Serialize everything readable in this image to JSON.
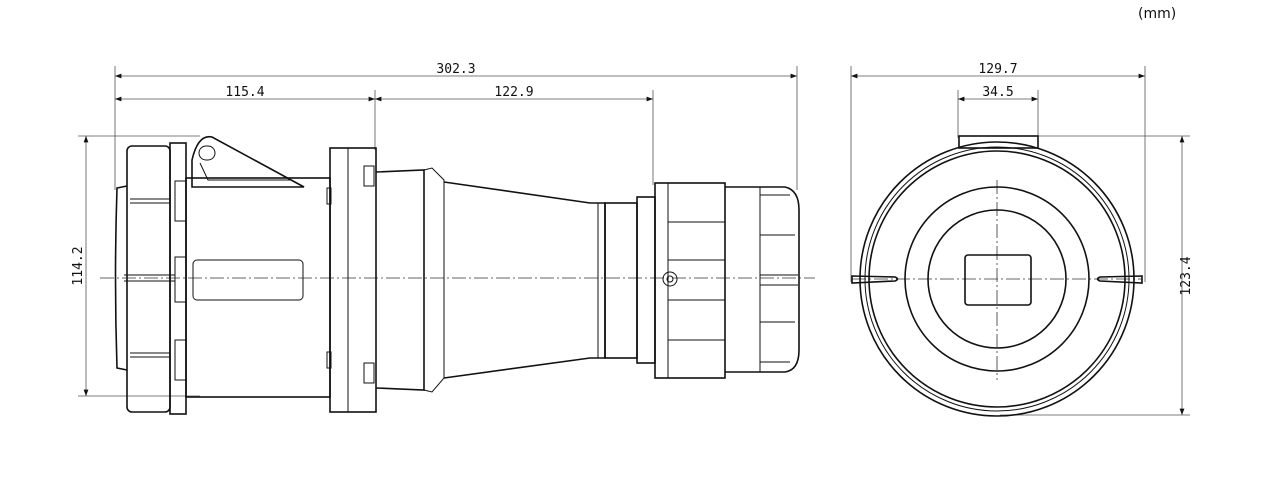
{
  "unit_label": "(mm)",
  "side_view": {
    "overall_length": "302.3",
    "front_length": "115.4",
    "rear_length": "122.9",
    "height": "114.2"
  },
  "front_view": {
    "width": "129.7",
    "inner_width": "34.5",
    "height": "123.4"
  }
}
